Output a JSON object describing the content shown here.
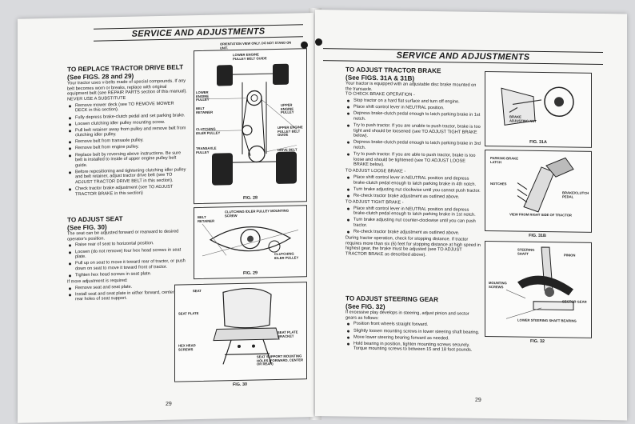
{
  "left_page": {
    "header": "SERVICE AND ADJUSTMENTS",
    "page_number": "29",
    "drive_belt": {
      "title": "TO REPLACE TRACTOR DRIVE BELT",
      "subtitle": "(See FIGS. 28 and 29)",
      "intro": "Your tractor uses v-belts made of special compounds. If any belt becomes worn or breaks, replace with original equipment belt (see REPAIR PARTS section of this manual). NEVER USE A SUBSTITUTE",
      "steps": [
        "Remove mower deck (see TO REMOVE MOWER DECK in this section).",
        "Fully depress brake-clutch pedal and set parking brake.",
        "Loosen clutching idler pulley mounting screw.",
        "Pull belt retainer away from pulley and remove belt from clutching idler pulley.",
        "Remove belt from transaxle pulley.",
        "Remove belt from engine pulley.",
        "Replace belt by reversing above instructions. Be sure belt is installed to inside of upper engine pulley belt guide.",
        "Before repositioning and tightening clutching idler pulley and belt retainer, adjust tractor drive belt (see TO ADJUST TRACTOR DRIVE BELT in this section).",
        "Check tractor brake adjustment (see TO ADJUST TRACTOR BRAKE in this section)"
      ]
    },
    "seat": {
      "title": "TO ADJUST SEAT",
      "subtitle": "(See FIG. 30)",
      "intro": "The seat can be adjusted forward or rearward to desired operator's position.",
      "steps": [
        "Raise rear of seat to horizontal position.",
        "Loosen (do not remove) four hex head screws in seat plate.",
        "Pull up on seat to move it toward rear of tractor, or push down on seat to move it toward front of tractor.",
        "Tighten hex head screws in seat plate."
      ],
      "more_intro": "If more adjustment is required:",
      "more_steps": [
        "Remove seat and seat plate.",
        "Install seat and seat plate in either forward, center or rear holes of seat support."
      ]
    },
    "fig28": {
      "caption": "FIG. 28",
      "top_note": "Orientation view only. Do not stand on unit.",
      "labels": [
        "LOWER ENGINE PULLEY BELT GUIDE",
        "LOWER ENGINE PULLEY",
        "BELT RETAINER",
        "UPPER ENGINE PULLEY",
        "CLUTCHING IDLER PULLEY",
        "UPPER ENGINE PULLEY BELT GUIDE",
        "TRANSAXLE PULLEY",
        "DRIVE BELT"
      ]
    },
    "fig29": {
      "caption": "FIG. 29",
      "labels": [
        "BELT RETAINER",
        "CLUTCHING IDLER PULLEY MOUNTING SCREW",
        "CLUTCHING IDLER PULLEY"
      ]
    },
    "fig30": {
      "caption": "FIG. 30",
      "labels": [
        "SEAT",
        "SEAT PLATE",
        "HEX HEAD SCREWS",
        "SEAT PLATE BRACKET",
        "SEAT SUPPORT MOUNTING HOLES (Forward, center or rear)"
      ]
    }
  },
  "right_page": {
    "header": "SERVICE AND ADJUSTMENTS",
    "page_number": "29",
    "brake": {
      "title": "TO ADJUST TRACTOR BRAKE",
      "subtitle": "(See FIGS. 31A & 31B)",
      "intro": "Your tractor is equipped with an adjustable disc brake mounted on the transaxle.",
      "check_heading": "TO CHECK BRAKE OPERATION -",
      "check_steps": [
        "Stop tractor on a hard flat surface and turn off engine.",
        "Place shift control lever in NEUTRAL position.",
        "Depress brake-clutch pedal enough to latch parking brake in 1st notch.",
        "Try to push tractor. If you are unable to push tractor, brake is too tight and should be loosened (see TO ADJUST TIGHT BRAKE below).",
        "Depress brake-clutch pedal enough to latch parking brake in 3rd notch.",
        "Try to push tractor. If you are able to push tractor, brake is too loose and should be tightened (see TO ADJUST LOOSE BRAKE below)."
      ],
      "loose_heading": "TO ADJUST LOOSE BRAKE -",
      "loose_steps": [
        "Place shift control lever in NEUTRAL position and depress brake-clutch pedal enough to latch parking brake in 4th notch.",
        "Turn brake adjusting nut clockwise until you cannot push tractor.",
        "Re-check tractor brake adjustment as outlined above."
      ],
      "tight_heading": "TO ADJUST TIGHT BRAKE -",
      "tight_steps": [
        "Place shift control lever in NEUTRAL position and depress brake-clutch pedal enough to latch parking brake in 1st notch.",
        "Turn brake adjusting nut counter-clockwise until you can push tractor.",
        "Re-check tractor brake adjustment as outlined above."
      ],
      "stopping_note": "During tractor operation, check for stopping distance. If tractor requires more than six (6) feet for stopping distance at high speed in highest gear, the brake must be adjusted (see TO ADJUST TRACTOR BRAKE as described above)."
    },
    "steering": {
      "title": "TO ADJUST STEERING GEAR",
      "subtitle": "(See FIG. 32)",
      "intro": "If excessive play develops in steering, adjust pinion and sector gears as follows:",
      "steps": [
        "Position front wheels straight forward.",
        "Slightly loosen mounting screws in lower steering shaft bearing.",
        "Move lower steering bearing forward as needed.",
        "Hold bearing in position, tighten mounting screws securely. Torque mounting screws to between 15 and 18 foot pounds."
      ]
    },
    "fig31a": {
      "caption": "FIG. 31A",
      "labels": [
        "BRAKE ADJUSTING NUT"
      ]
    },
    "fig31b": {
      "caption": "FIG. 31B",
      "labels": [
        "PARKING BRAKE LATCH",
        "NOTCHES",
        "BRAKE/CLUTCH PEDAL",
        "VIEW FROM RIGHT SIDE OF TRACTOR"
      ]
    },
    "fig32": {
      "caption": "FIG. 32",
      "labels": [
        "STEERING SHAFT",
        "PINION",
        "MOUNTING SCREWS",
        "SECTOR GEAR",
        "LOWER STEERING SHAFT BEARING"
      ]
    }
  }
}
